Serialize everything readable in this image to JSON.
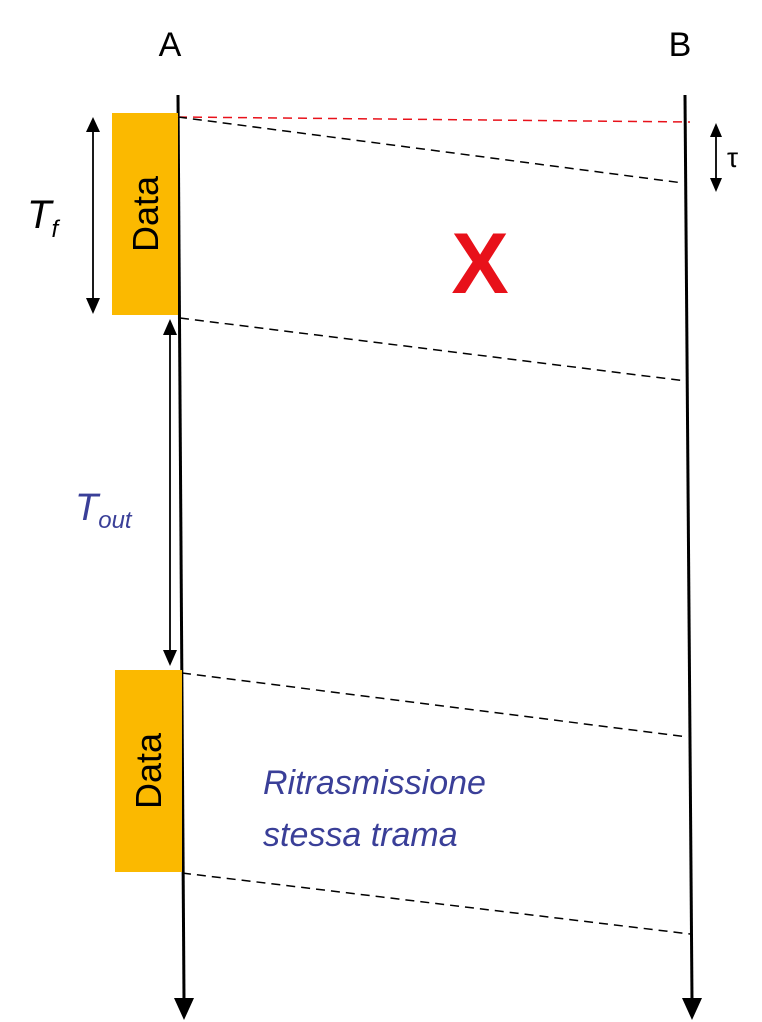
{
  "nodes": {
    "sender": "A",
    "receiver": "B"
  },
  "frames": [
    {
      "label": "Data"
    },
    {
      "label": "Data"
    }
  ],
  "timings": {
    "frame_time_main": "T",
    "frame_time_sub": "f",
    "timeout_main": "T",
    "timeout_sub": "out",
    "propagation": "τ"
  },
  "loss_marker": "X",
  "retransmission_note": {
    "line1": "Ritrasmissione",
    "line2": "stessa trama"
  },
  "colors": {
    "frame_fill": "#FBB900",
    "loss": "#E8111A",
    "note": "#3A3F98",
    "reference_line": "#E8111A",
    "line": "#000000"
  }
}
